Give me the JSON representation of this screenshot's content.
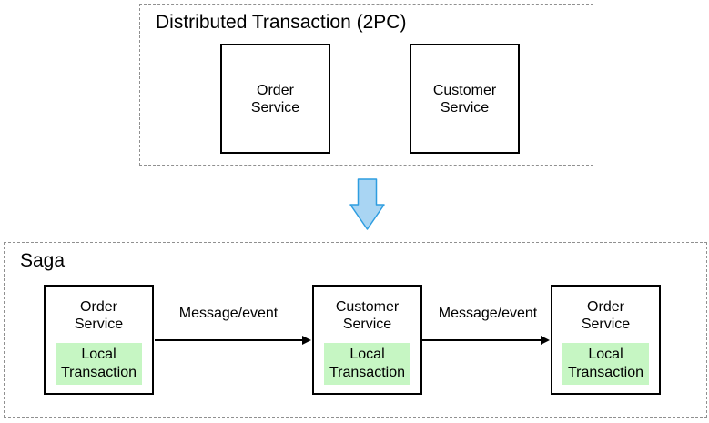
{
  "colors": {
    "background": "#ffffff",
    "text": "#000000",
    "box_border": "#000000",
    "group_border": "#909090",
    "green_fill": "#c6f6c3",
    "arrow_fill": "#a9d5f3",
    "arrow_stroke": "#2e9de0",
    "edge_color": "#000000"
  },
  "top_group": {
    "title": "Distributed Transaction (2PC)",
    "boxes": [
      {
        "label": "Order\nService"
      },
      {
        "label": "Customer\nService"
      }
    ]
  },
  "transition": {
    "icon": "down-arrow"
  },
  "saga_group": {
    "title": "Saga",
    "nodes": [
      {
        "label": "Order\nService",
        "sub_label": "Local\nTransaction"
      },
      {
        "label": "Customer\nService",
        "sub_label": "Local\nTransaction"
      },
      {
        "label": "Order\nService",
        "sub_label": "Local\nTransaction"
      }
    ],
    "edges": [
      {
        "label": "Message/event"
      },
      {
        "label": "Message/event"
      }
    ]
  }
}
